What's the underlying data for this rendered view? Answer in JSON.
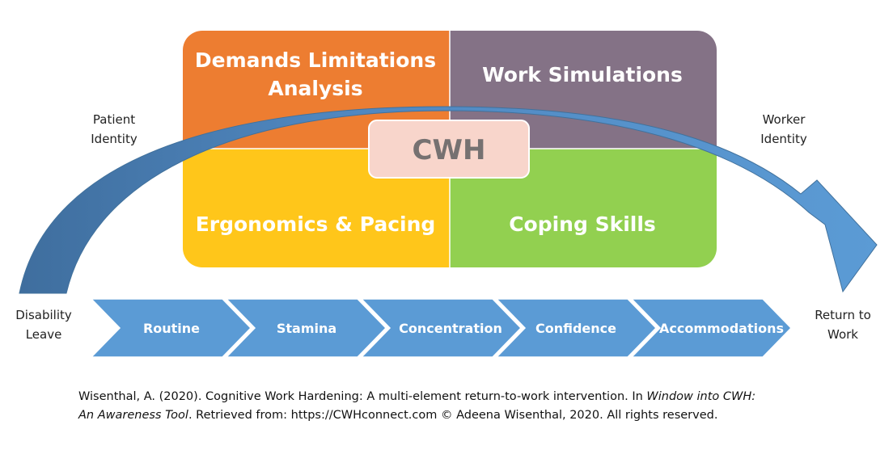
{
  "colors": {
    "demands": "#ED7D31",
    "simulations": "#847286",
    "ergonomics": "#FFC61A",
    "coping": "#92D050",
    "center_fill": "#F8D5CB",
    "center_text": "#767171",
    "arrow": "#5B9BD5",
    "arrow_dark": "#3F6E9E",
    "chevron": "#5B9BD5"
  },
  "quadrants": {
    "top_left": {
      "line1": "Demands Limitations",
      "line2": "Analysis"
    },
    "top_right": {
      "label": "Work Simulations"
    },
    "bottom_left": {
      "label": "Ergonomics & Pacing"
    },
    "bottom_right": {
      "label": "Coping Skills"
    }
  },
  "center": {
    "label": "CWH"
  },
  "left_labels": {
    "identity": {
      "line1": "Patient",
      "line2": "Identity"
    },
    "start": {
      "line1": "Disability",
      "line2": "Leave"
    }
  },
  "right_labels": {
    "identity": {
      "line1": "Worker",
      "line2": "Identity"
    },
    "end": {
      "line1": "Return to",
      "line2": "Work"
    }
  },
  "steps": [
    "Routine",
    "Stamina",
    "Concentration",
    "Confidence",
    "Accommodations"
  ],
  "citation": {
    "part1": "Wisenthal, A. (2020). Cognitive Work Hardening: A multi-element  return-to-work intervention. In ",
    "title1": "Window into CWH:",
    "title2": "An Awareness Tool",
    "part2": ". Retrieved from: https://CWHconnect.com © Adeena Wisenthal, 2020. All rights reserved."
  }
}
